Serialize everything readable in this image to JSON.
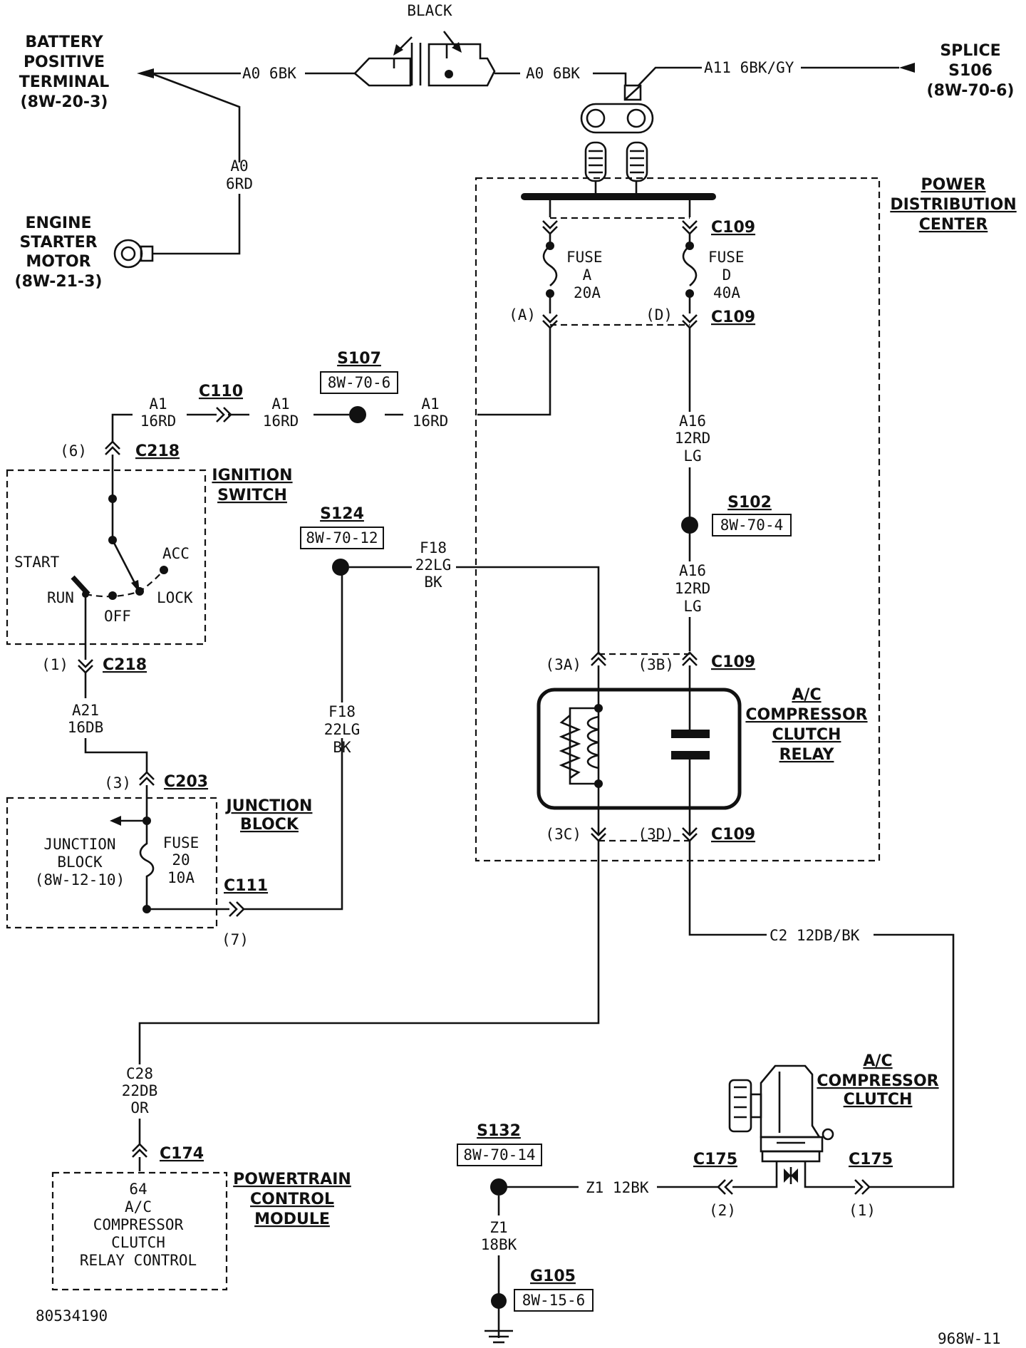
{
  "battery": {
    "line1": "BATTERY",
    "line2": "POSITIVE",
    "line3": "TERMINAL",
    "ref": "(8W-20-3)"
  },
  "starter": {
    "line1": "ENGINE",
    "line2": "STARTER",
    "line3": "MOTOR",
    "ref": "(8W-21-3)"
  },
  "splice106": {
    "line1": "SPLICE",
    "line2": "S106",
    "ref": "(8W-70-6)"
  },
  "connector_top": {
    "color": "BLACK"
  },
  "wires": {
    "a0_left": "A0 6BK",
    "a0_right": "A0 6BK",
    "a11": "A11 6BK/GY",
    "a0_6rd_1": "A0",
    "a0_6rd_2": "6RD",
    "a1_1a": "A1",
    "a1_1b": "16RD",
    "a1_2a": "A1",
    "a1_2b": "16RD",
    "a1_3a": "A1",
    "a1_3b": "16RD",
    "a16_1a": "A16",
    "a16_1b": "12RD",
    "a16_1c": "LG",
    "a16_2a": "A16",
    "a16_2b": "12RD",
    "a16_2c": "LG",
    "f18_1a": "F18",
    "f18_1b": "22LG",
    "f18_1c": "BK",
    "f18_2a": "F18",
    "f18_2b": "22LG",
    "f18_2c": "BK",
    "a21a": "A21",
    "a21b": "16DB",
    "c2": "C2 12DB/BK",
    "c28a": "C28",
    "c28b": "22DB",
    "c28c": "OR",
    "z1_h": "Z1 12BK",
    "z1a": "Z1",
    "z1b": "18BK"
  },
  "pdc": {
    "line1": "POWER",
    "line2": "DISTRIBUTION",
    "line3": "CENTER"
  },
  "fuse_a": {
    "l1": "FUSE",
    "l2": "A",
    "l3": "20A"
  },
  "fuse_d": {
    "l1": "FUSE",
    "l2": "D",
    "l3": "40A"
  },
  "connectors": {
    "c109": "C109",
    "c110": "C110",
    "c111": "C111",
    "c174": "C174",
    "c175": "C175",
    "c203": "C203",
    "c218": "C218"
  },
  "pins": {
    "a": "(A)",
    "d": "(D)",
    "p3a": "(3A)",
    "p3b": "(3B)",
    "p3c": "(3C)",
    "p3d": "(3D)",
    "p6": "(6)",
    "p1": "(1)",
    "p3": "(3)",
    "p7": "(7)",
    "p2": "(2)",
    "p1b": "(1)"
  },
  "splices": {
    "s107": "S107",
    "s107_ref": "8W-70-6",
    "s124": "S124",
    "s124_ref": "8W-70-12",
    "s102": "S102",
    "s102_ref": "8W-70-4",
    "s132": "S132",
    "s132_ref": "8W-70-14",
    "g105": "G105",
    "g105_ref": "8W-15-6"
  },
  "ignition": {
    "title1": "IGNITION",
    "title2": "SWITCH",
    "start": "START",
    "run": "RUN",
    "off": "OFF",
    "lock": "LOCK",
    "acc": "ACC"
  },
  "junction": {
    "title1": "JUNCTION",
    "title2": "BLOCK",
    "inner1": "JUNCTION",
    "inner2": "BLOCK",
    "inner3": "(8W-12-10)",
    "fuse1": "FUSE",
    "fuse2": "20",
    "fuse3": "10A"
  },
  "relay": {
    "l1": "A/C",
    "l2": "COMPRESSOR",
    "l3": "CLUTCH",
    "l4": "RELAY"
  },
  "clutch": {
    "l1": "A/C",
    "l2": "COMPRESSOR",
    "l3": "CLUTCH"
  },
  "pcm": {
    "title1": "POWERTRAIN",
    "title2": "CONTROL",
    "title3": "MODULE",
    "in1": "64",
    "in2": "A/C",
    "in3": "COMPRESSOR",
    "in4": "CLUTCH",
    "in5": "RELAY CONTROL"
  },
  "footer": {
    "left": "80534190",
    "right": "968W-11"
  }
}
